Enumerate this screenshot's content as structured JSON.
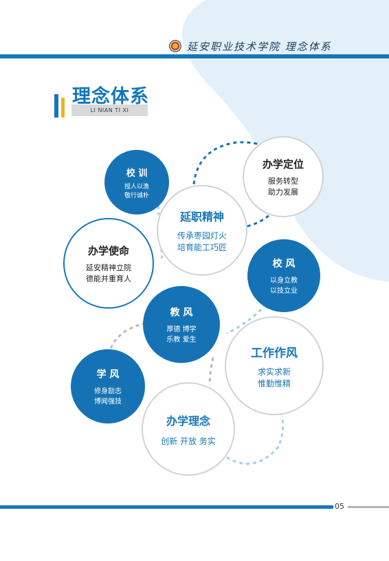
{
  "header": {
    "text": "延安职业技术学院 理念体系"
  },
  "title": {
    "main": "理念体系",
    "pinyin": "LI NIAN TI XI"
  },
  "circles": {
    "xiaoxun": {
      "head": "校 训",
      "lines": [
        "授人以渔",
        "敬行诚朴"
      ]
    },
    "banxue_dingwei": {
      "head": "办学定位",
      "lines": [
        "服务转型",
        "助力发展"
      ]
    },
    "yanzhi_jingshen": {
      "head": "延职精神",
      "lines": [
        "传承枣园灯火",
        "培育能工巧匠"
      ]
    },
    "banxue_shiming": {
      "head": "办学使命",
      "lines": [
        "延安精神立院",
        "德能并重育人"
      ]
    },
    "xiaofeng": {
      "head": "校 风",
      "lines": [
        "以身立教",
        "以技立业"
      ]
    },
    "jiaofeng": {
      "head": "教 风",
      "lines": [
        "厚德 博学",
        "乐教 爱生"
      ]
    },
    "gongzuo_zuofeng": {
      "head": "工作作风",
      "lines": [
        "求实求新",
        "惟勤惟精"
      ]
    },
    "xuefeng": {
      "head": "学 风",
      "lines": [
        "修身励志",
        "博闻强技"
      ]
    },
    "banxue_linian": {
      "head": "办学理念",
      "lines": [
        "创新 开放 务实"
      ]
    }
  },
  "footer": {
    "page_number": "05"
  },
  "colors": {
    "primary_blue": "#1577b8",
    "accent_yellow": "#f0b21b",
    "light_blue_bg": "#e3f0fa",
    "grey_ring": "#cfd3d6"
  }
}
